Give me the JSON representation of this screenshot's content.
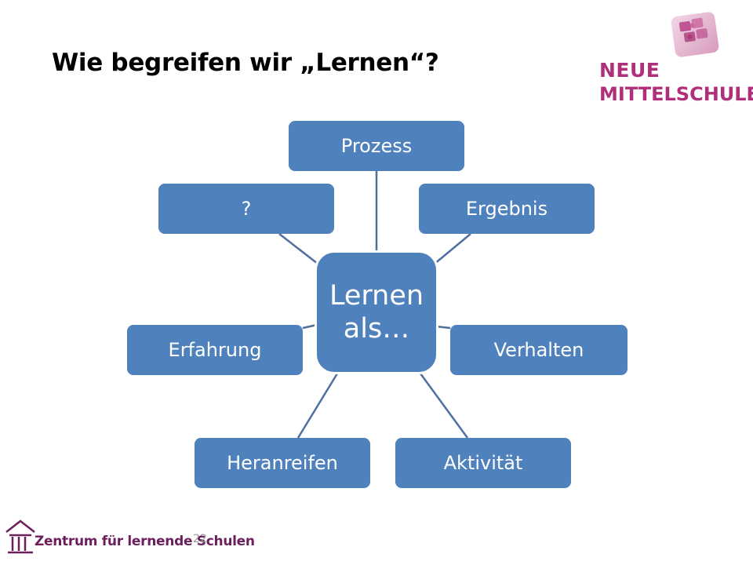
{
  "slide": {
    "title": "Wie begreifen wir „Lernen“?",
    "page_number": "22"
  },
  "logo": {
    "line1": "NEUE",
    "line2": "MITTELSCHULE",
    "color": "#b02f7a"
  },
  "diagram": {
    "center_line1": "Lernen",
    "center_line2": "als…",
    "nodes": {
      "prozess": "Prozess",
      "ergebnis": "Ergebnis",
      "verhalten": "Verhalten",
      "aktivitaet": "Aktivität",
      "heranreifen": "Heranreifen",
      "erfahrung": "Erfahrung",
      "unknown": "?"
    },
    "node_color": "#4f81bd",
    "connector_color": "#4f6fa0"
  },
  "footer": {
    "org_name": "Zentrum für lernende Schulen",
    "color": "#6b1f5c"
  }
}
